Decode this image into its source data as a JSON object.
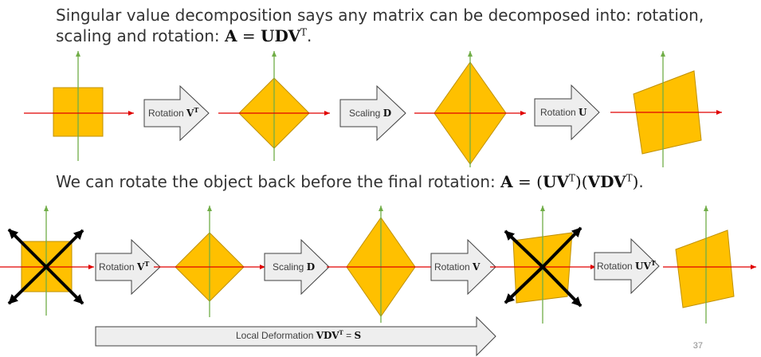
{
  "text": {
    "line1": "Singular value decomposition says any matrix can be decomposed into: rotation,",
    "line2_prefix": "scaling and rotation: ",
    "eq1_lhs": "A",
    "eq1_eq": " = ",
    "eq1_rhs": "UDV",
    "eq1_sup": "T",
    "eq1_end": ".",
    "line3_prefix": "We can rotate the object back before the final rotation: ",
    "eq2_lhs": "A",
    "eq2_eq": " = ",
    "eq2_open1": "(",
    "eq2_p1": "UV",
    "eq2_p1_sup": "T",
    "eq2_close1": ")",
    "eq2_open2": "(",
    "eq2_p2": "VDV",
    "eq2_p2_sup": "T",
    "eq2_close2": ")",
    "eq2_end": "."
  },
  "top_row": {
    "arrow1": {
      "text": "Rotation ",
      "math": "V",
      "sup": "T"
    },
    "arrow2": {
      "text": "Scaling ",
      "math": "D",
      "sup": ""
    },
    "arrow3": {
      "text": "Rotation ",
      "math": "U",
      "sup": ""
    }
  },
  "bottom_row": {
    "arrow1": {
      "text": "Rotation ",
      "math": "V",
      "sup": "T"
    },
    "arrow2": {
      "text": "Scaling ",
      "math": "D",
      "sup": ""
    },
    "arrow3": {
      "text": "Rotation ",
      "math": "V",
      "sup": ""
    },
    "arrow4": {
      "text": "Rotation ",
      "math": "UV",
      "sup": "T"
    }
  },
  "local_deformation": {
    "text": "Local Deformation ",
    "math": "VDV",
    "sup": "T",
    "eq": " = ",
    "rhs": "S"
  },
  "page_number": "37",
  "colors": {
    "shape_fill": "#ffc000",
    "shape_stroke": "#bf9000",
    "x_axis": "#e00000",
    "y_axis": "#70ad47",
    "arrow_fill": "#eeeeee",
    "arrow_stroke": "#404040",
    "diag_arrow": "#000000"
  }
}
